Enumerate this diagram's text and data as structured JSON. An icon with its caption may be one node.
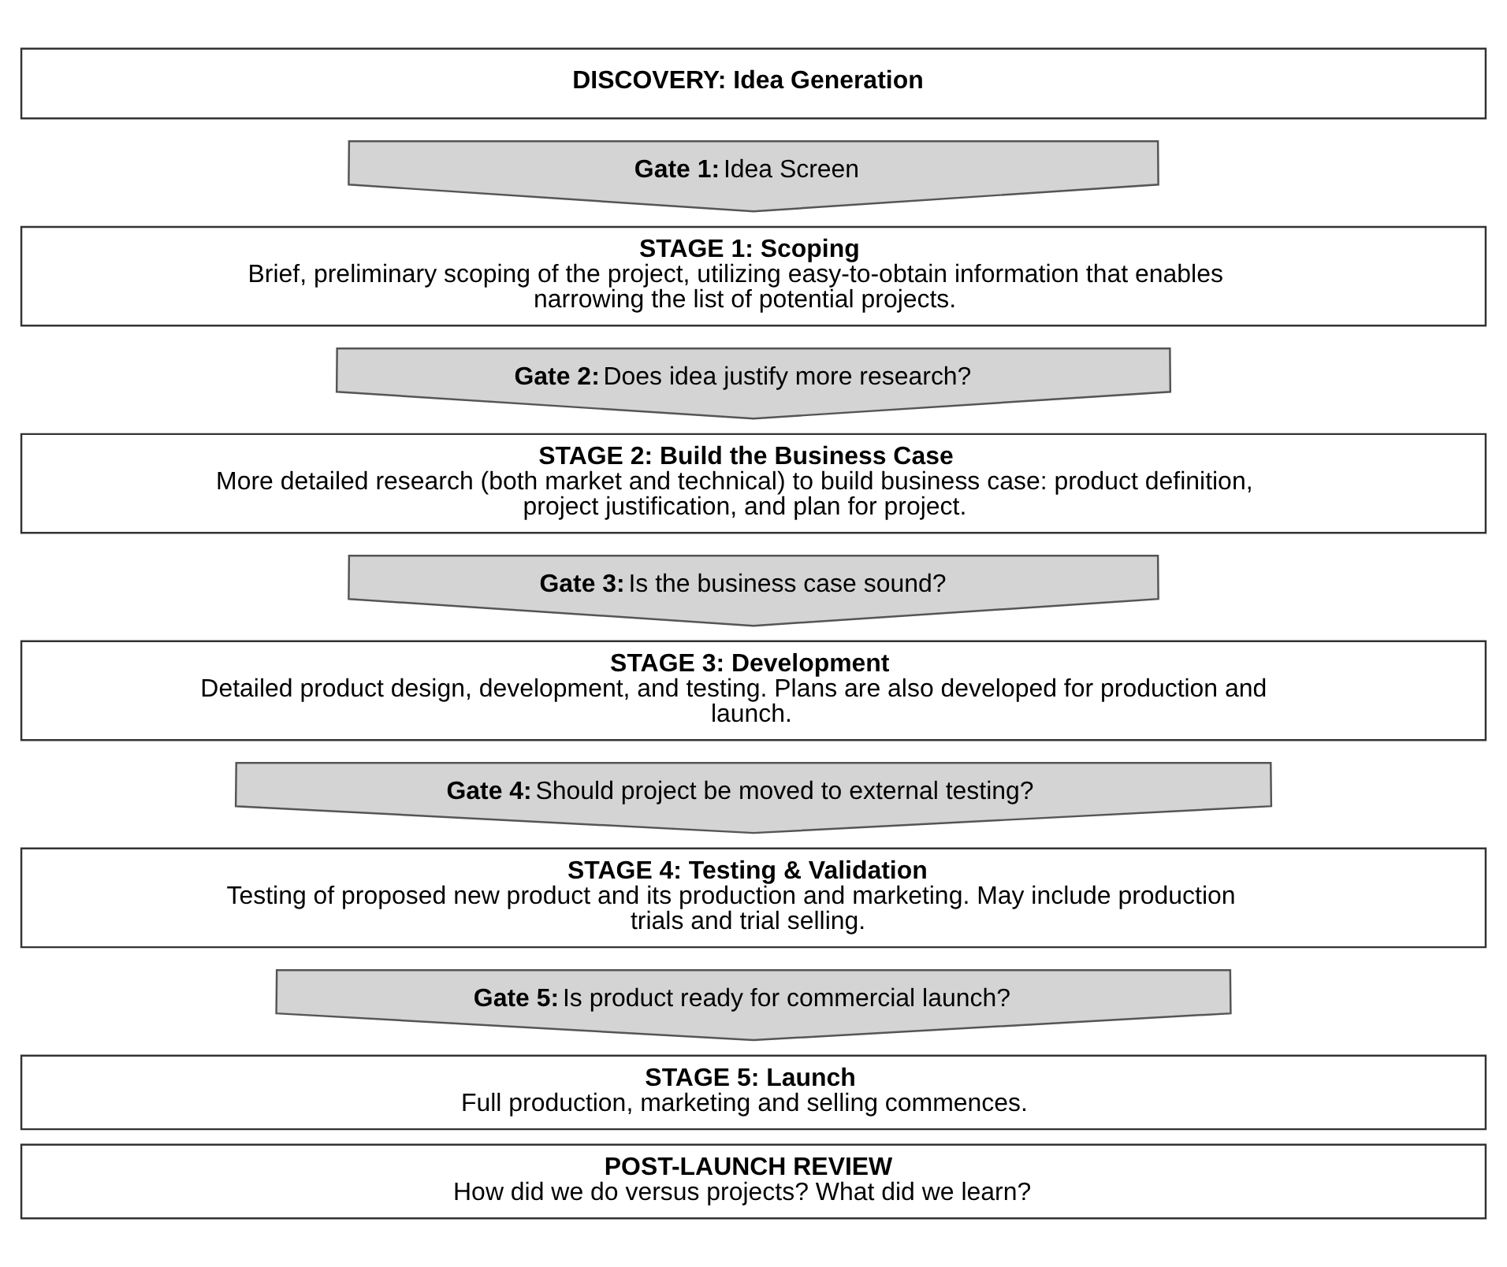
{
  "diagram": {
    "nodes": [
      {
        "text": [
          "DISCOVERY: Idea Generation"
        ]
      },
      {
        "text": [
          "**Gate 1:** Idea Screen"
        ]
      },
      {
        "text": [
          "STAGE 1: Scoping",
          "Brief, preliminary scoping of the project, utilizing easy-to-obtain information that enables narrowing the list of potential projects."
        ]
      },
      {
        "text": [
          "**Gate 2:** Does idea justify more research?"
        ]
      },
      {
        "text": [
          "STAGE 2: Build the Business Case",
          "More detailed research (both market and technical) to build business case: product definition, project justification, and plan for project."
        ]
      },
      {
        "text": [
          "**Gate 3:** Is the business case sound?"
        ]
      },
      {
        "text": [
          "STAGE 3: Development",
          "Detailed product design, development, and testing. Plans are also developed for production and launch."
        ]
      },
      {
        "text": [
          "**Gate 4:** Should project be moved to external testing?"
        ]
      },
      {
        "text": [
          "STAGE 4: Testing & Validation",
          "Testing of proposed new product and its production and marketing. May include production  trials and trial selling."
        ]
      },
      {
        "text": [
          "**Gate 5:** Is product ready for commercial launch?"
        ]
      },
      {
        "text": [
          "STAGE 5: Launch",
          "Full production, marketing and selling commences."
        ]
      },
      {
        "text": [
          "POST-LAUNCH REVIEW",
          "How did we do versus projects? What did we learn?"
        ]
      }
    ],
    "edges": []
  }
}
